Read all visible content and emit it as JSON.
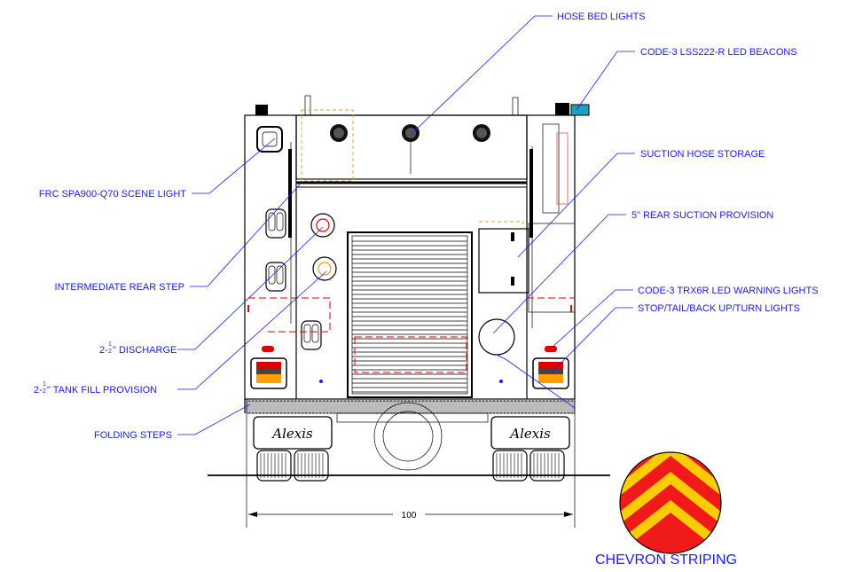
{
  "labels": {
    "hose_bed_lights": "HOSE BED LIGHTS",
    "beacons": "CODE-3 LSS222-R LED BEACONS",
    "suction_hose_storage": "SUCTION HOSE STORAGE",
    "rear_suction": "5\" REAR SUCTION PROVISION",
    "warning_lights": "CODE-3 TRX6R LED WARNING LIGHTS",
    "stop_tail": "STOP/TAIL/BACK UP/TURN LIGHTS",
    "scene_light": "FRC SPA900-Q70 SCENE LIGHT",
    "rear_step": "INTERMEDIATE REAR STEP",
    "discharge_prefix": "2-",
    "discharge_suffix": "\" DISCHARGE",
    "tank_fill_prefix": "2-",
    "tank_fill_suffix": "\" TANK FILL PROVISION",
    "fraction_num": "1",
    "fraction_den": "2",
    "folding_steps": "FOLDING STEPS",
    "chevron": "CHEVRON STRIPING"
  },
  "dimension": "100",
  "mudflap_text": "Alexis",
  "colors": {
    "annotation": "#1a1aff",
    "chevron_red": "#f01a1a",
    "chevron_yellow": "#ffcc00",
    "dashed_red": "#e00000",
    "dashed_orange": "#e0a020"
  }
}
